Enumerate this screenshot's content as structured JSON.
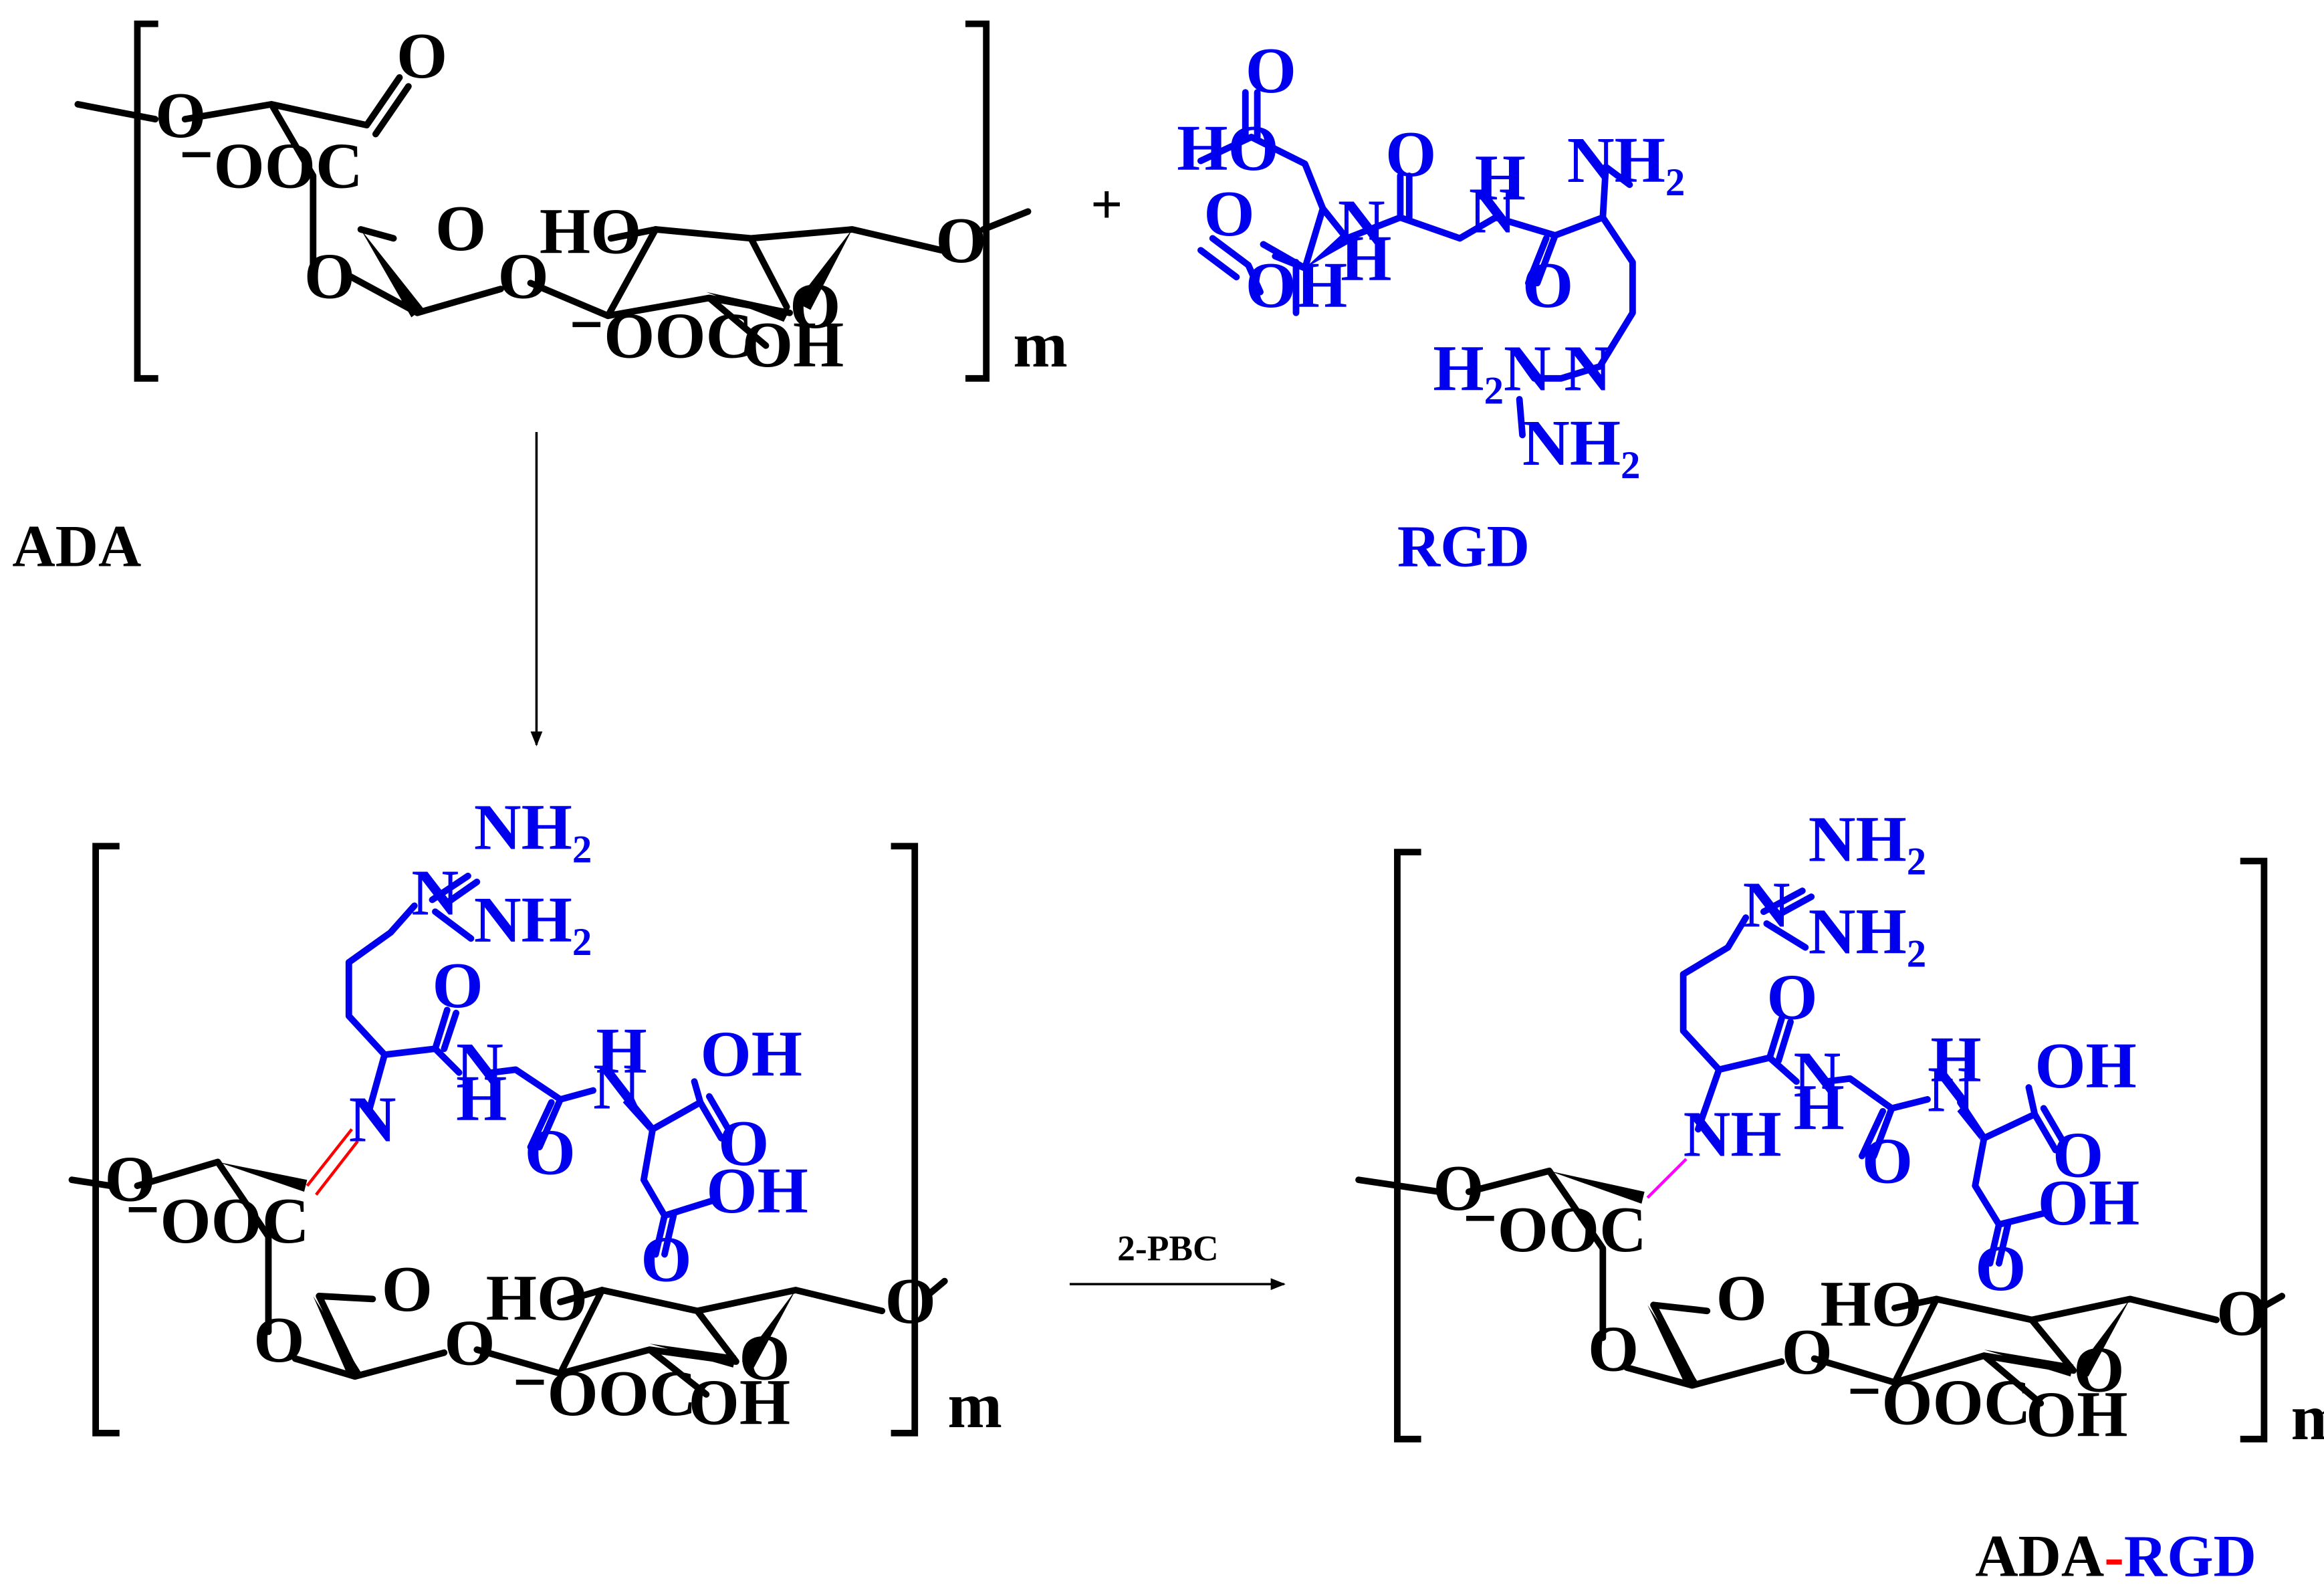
{
  "labels": {
    "reactant_polymer": "ADA",
    "reactant_peptide": "RGD",
    "plus_sign": "+",
    "reagent": "2-PBC",
    "product_ada": "ADA",
    "product_dash": "-",
    "product_rgd": "RGD",
    "repeat_index": "m"
  },
  "atoms": {
    "oxygen": "O",
    "carboxylate": "⁻OOC",
    "hydroxyl_left": "HO",
    "hydroxyl_right": "OH",
    "nitrogen": "N",
    "amine_h": "H",
    "secondary_amine": "NH",
    "amino": "NH₂",
    "amino_left": "H₂N"
  },
  "colors": {
    "ada_structure": "#000000",
    "rgd_structure": "#0000ee",
    "imine_bond": "#ff0000",
    "reduced_bond": "#ff00ff",
    "dash": "#ff0000"
  }
}
